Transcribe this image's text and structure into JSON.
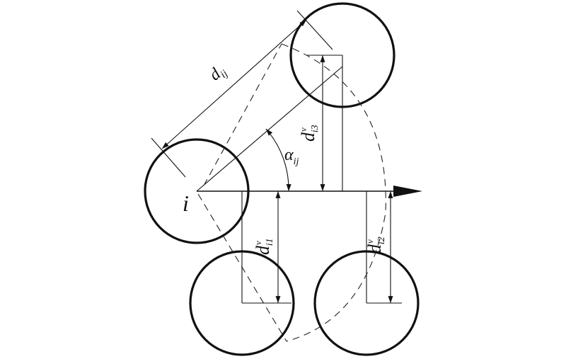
{
  "labels": {
    "center": "i",
    "distance": {
      "main": "d",
      "sub": "ij"
    },
    "angle": {
      "main": "α",
      "sub": "ij"
    },
    "d1": {
      "main": "d",
      "sup": "v",
      "sub": "i1"
    },
    "d2": {
      "main": "d",
      "sup": "v",
      "sub": "i2"
    },
    "d3": {
      "main": "d",
      "sup": "v",
      "sub": "i3"
    }
  },
  "colors": {
    "stroke": "#111111",
    "background": "#ffffff"
  }
}
